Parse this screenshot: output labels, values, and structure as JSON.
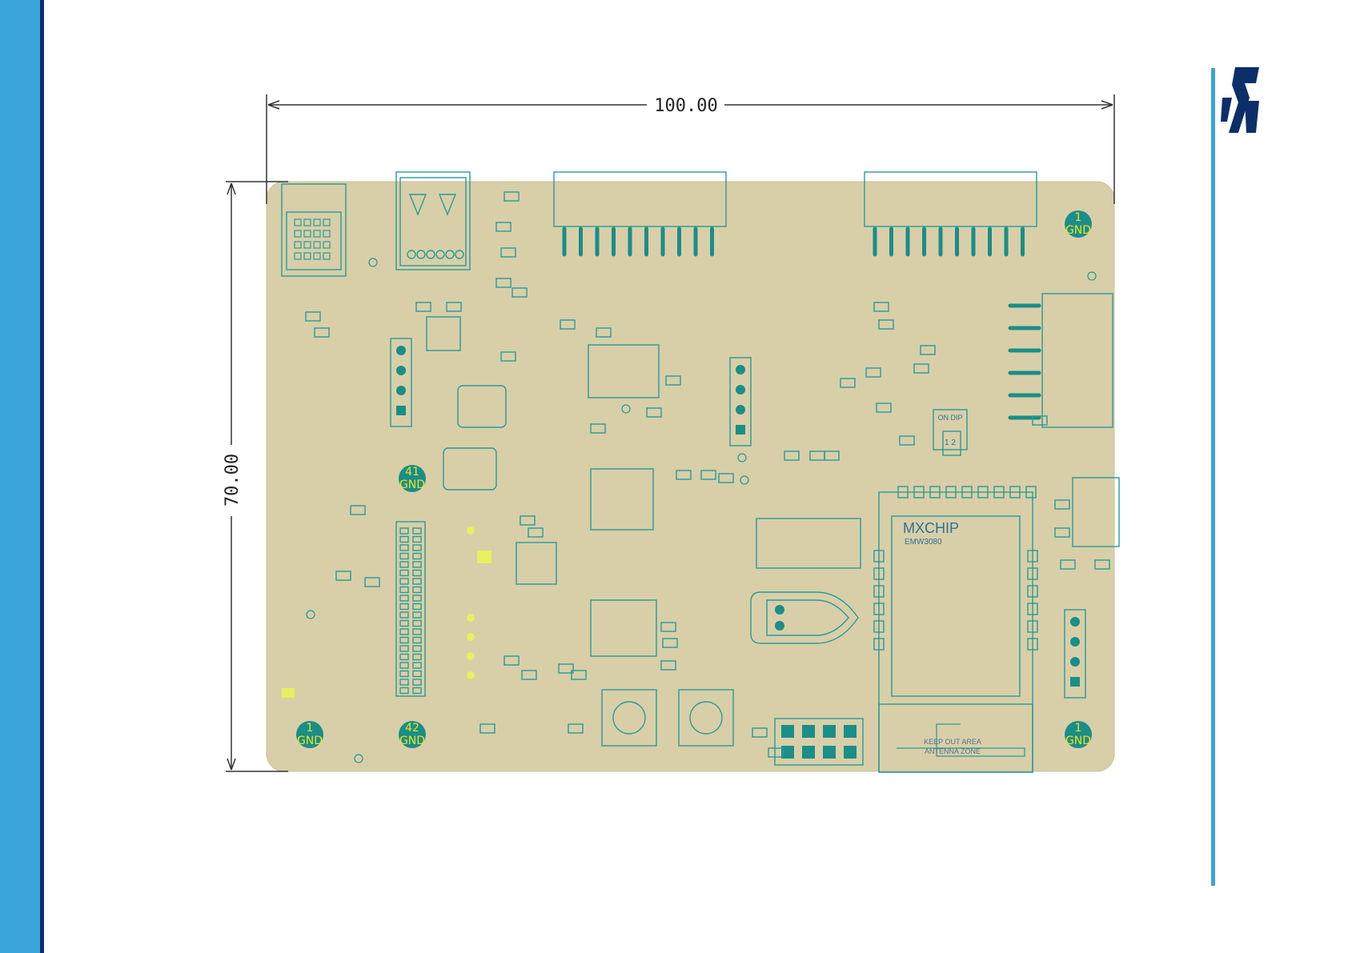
{
  "slide": {
    "colors": {
      "accent_blue": "#3aa5db",
      "dark_navy": "#0c2f6b",
      "board_tan": "#d8cfa8",
      "silkscreen_teal": "#2a9a97",
      "gnd_yellow": "#f0e020"
    },
    "logo_icon": "st-logo-icon"
  },
  "dimensions": {
    "width_label": "100.00",
    "height_label": "70.00"
  },
  "board": {
    "mounting_holes": [
      {
        "number": "1",
        "label": "GND"
      },
      {
        "number": "41",
        "label": "GND"
      },
      {
        "number": "1",
        "label": "GND"
      },
      {
        "number": "42",
        "label": "GND"
      },
      {
        "number": "1",
        "label": "GND"
      }
    ],
    "module_brand": "MXCHIP",
    "module_part": "EMW3080",
    "dip_switch": {
      "on_label": "ON DIP",
      "positions": "1 2"
    },
    "antenna_note_line1": "KEEP OUT AREA",
    "antenna_note_line2": "ANTENNA ZONE"
  }
}
